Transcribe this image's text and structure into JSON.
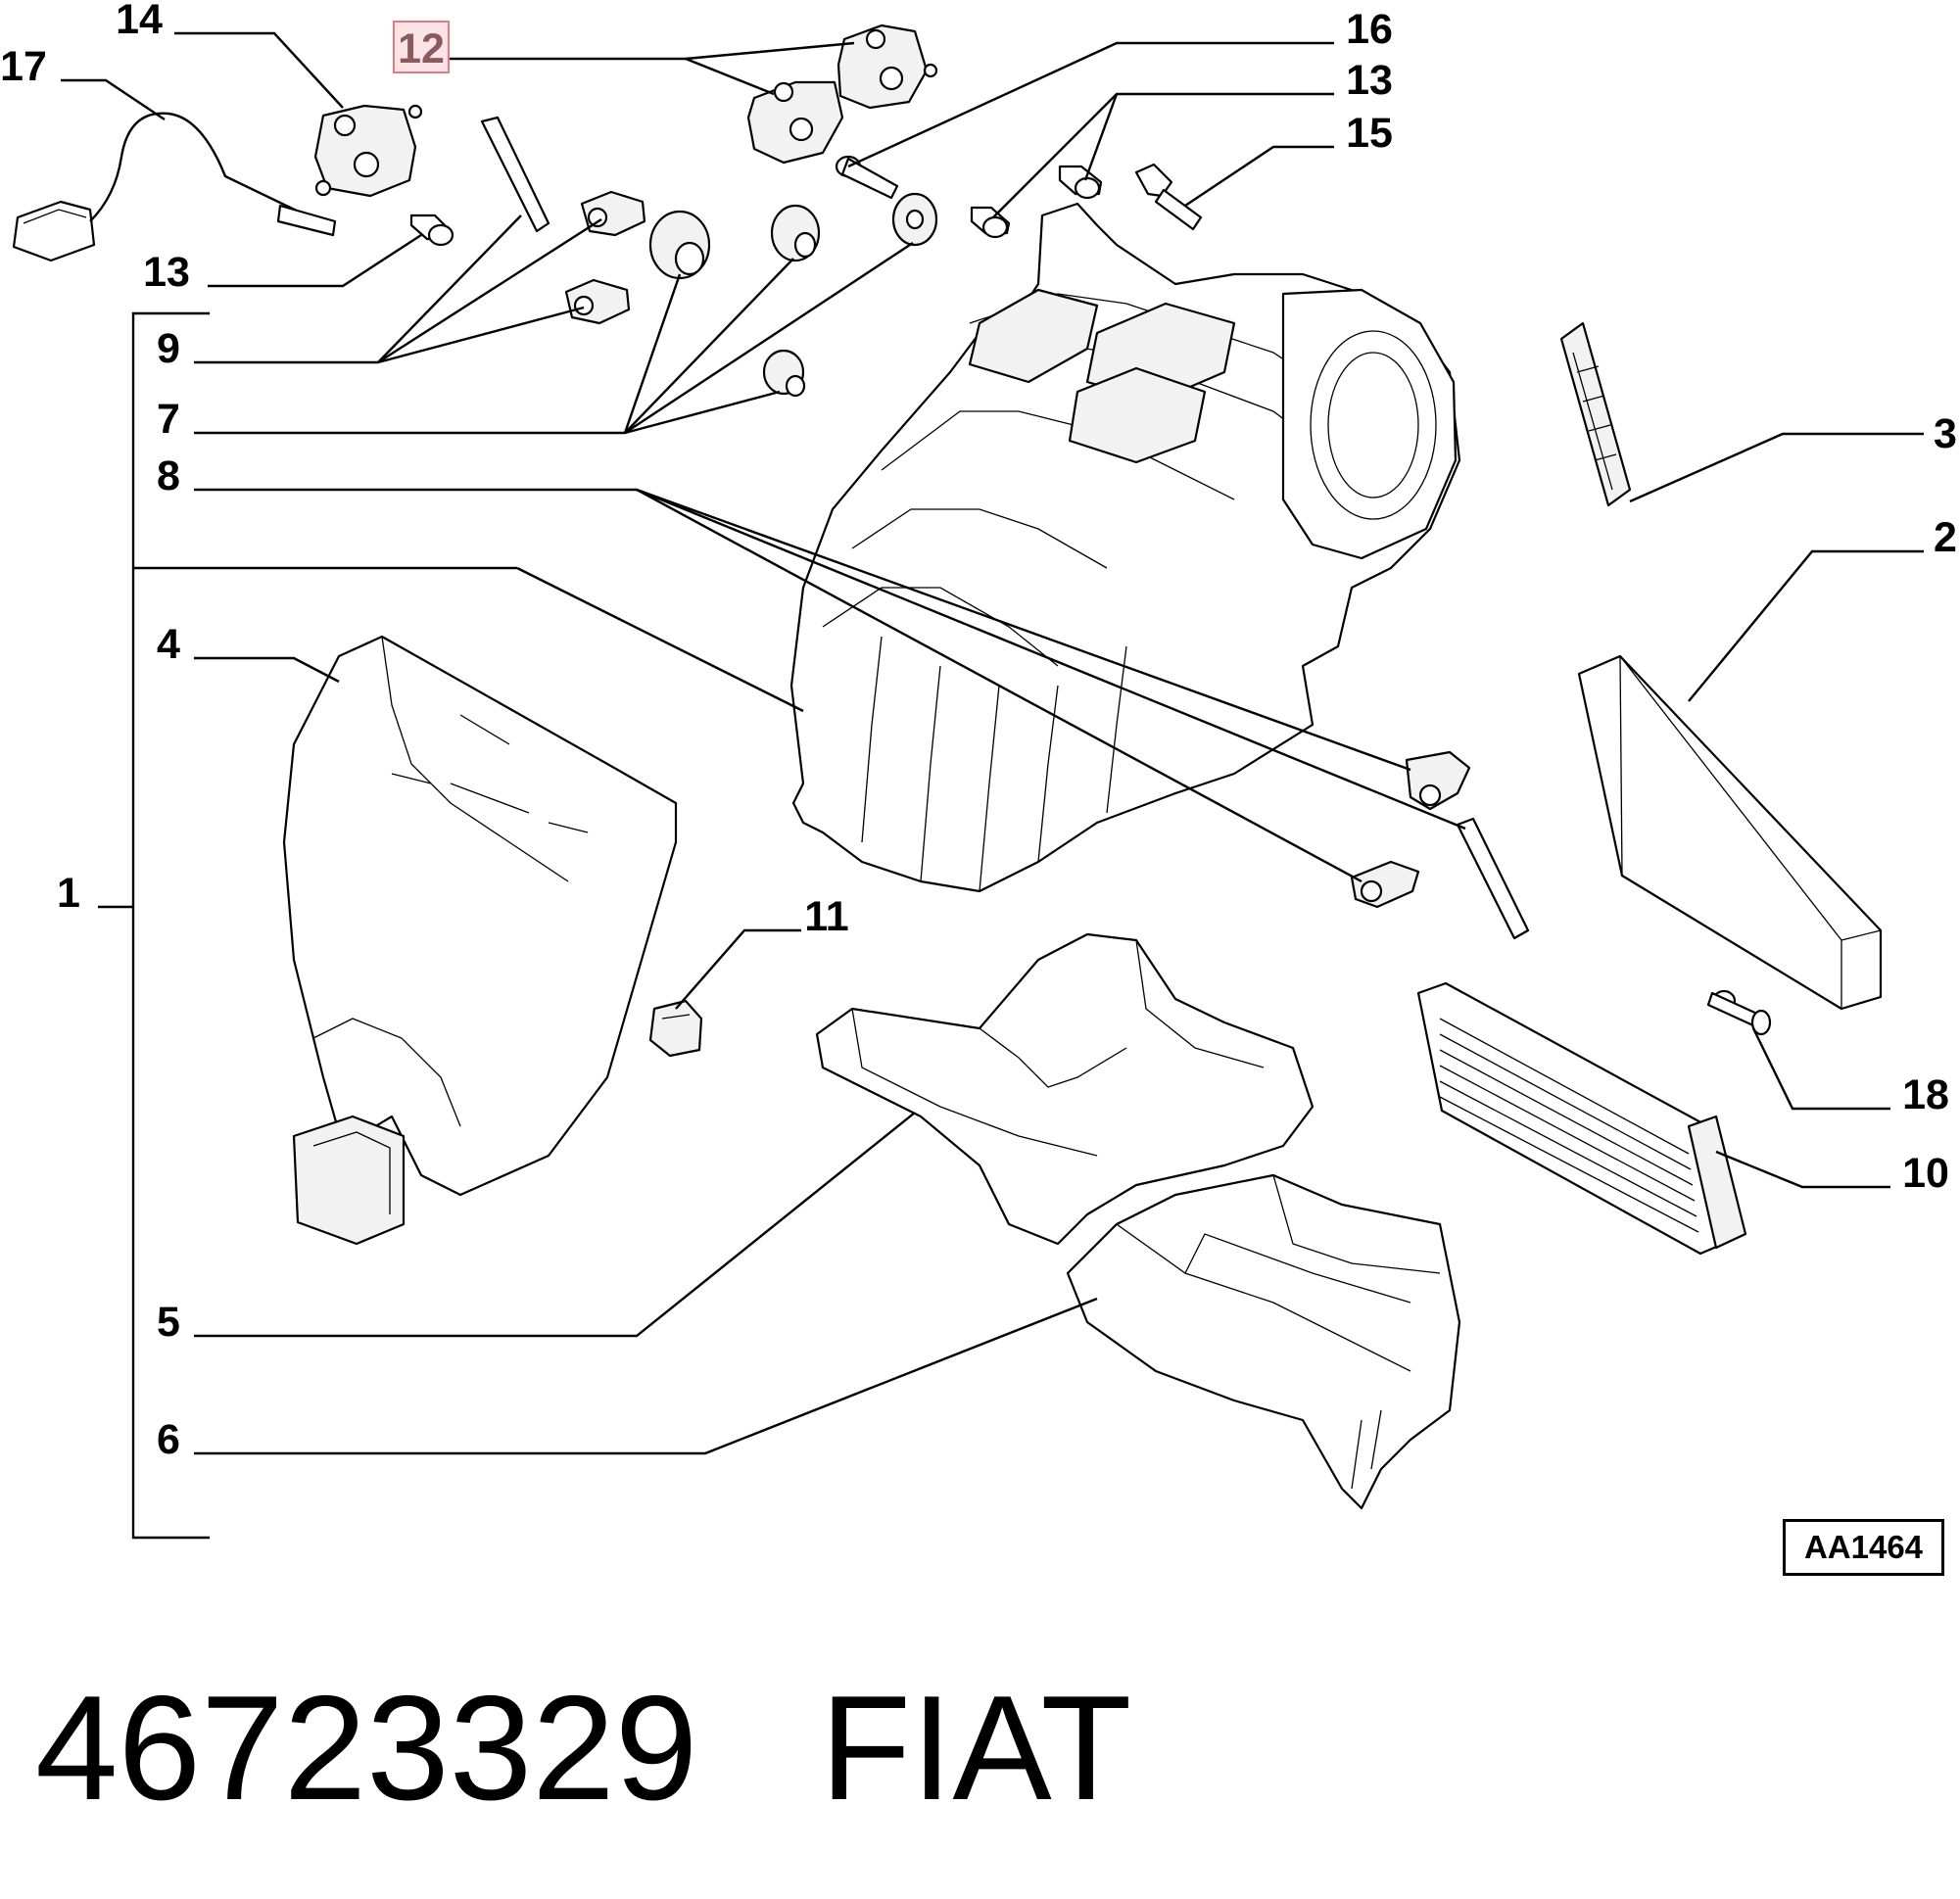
{
  "callouts": {
    "c1": "1",
    "c2": "2",
    "c3": "3",
    "c4": "4",
    "c5": "5",
    "c6": "6",
    "c7": "7",
    "c8": "8",
    "c9": "9",
    "c10": "10",
    "c11": "11",
    "c12": "12",
    "c13a": "13",
    "c13b": "13",
    "c14": "14",
    "c15": "15",
    "c16": "16",
    "c17": "17",
    "c18": "18"
  },
  "highlighted_callout": "12",
  "highlight_color": "#e07a86",
  "reference_code": "AA1464",
  "footer": {
    "part_number": "46723329",
    "brand": "FIAT"
  }
}
